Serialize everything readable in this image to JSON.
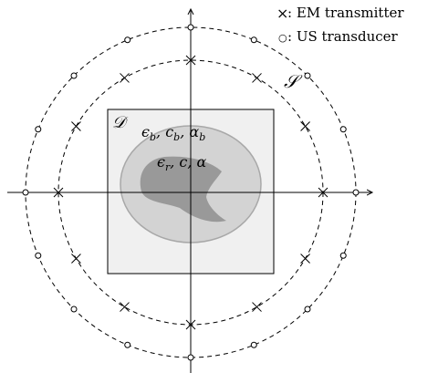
{
  "legend": {
    "transmitter_symbol": "×",
    "transmitter_label": ": EM transmitter",
    "transducer_symbol": "○",
    "transducer_label": ": US transducer"
  },
  "labels": {
    "surface": "𝒮",
    "domain": "𝒟",
    "background_params": "ϵb, cb, αb",
    "object_params": "ϵr, c, α"
  },
  "colors": {
    "domain_fill": "#f0f0f0",
    "ellipse_fill": "#d3d3d3",
    "inner_shape_fill": "#999999",
    "line": "#000000"
  },
  "markers": {
    "em_transmitter_count": 12,
    "us_transducer_count": 16
  }
}
